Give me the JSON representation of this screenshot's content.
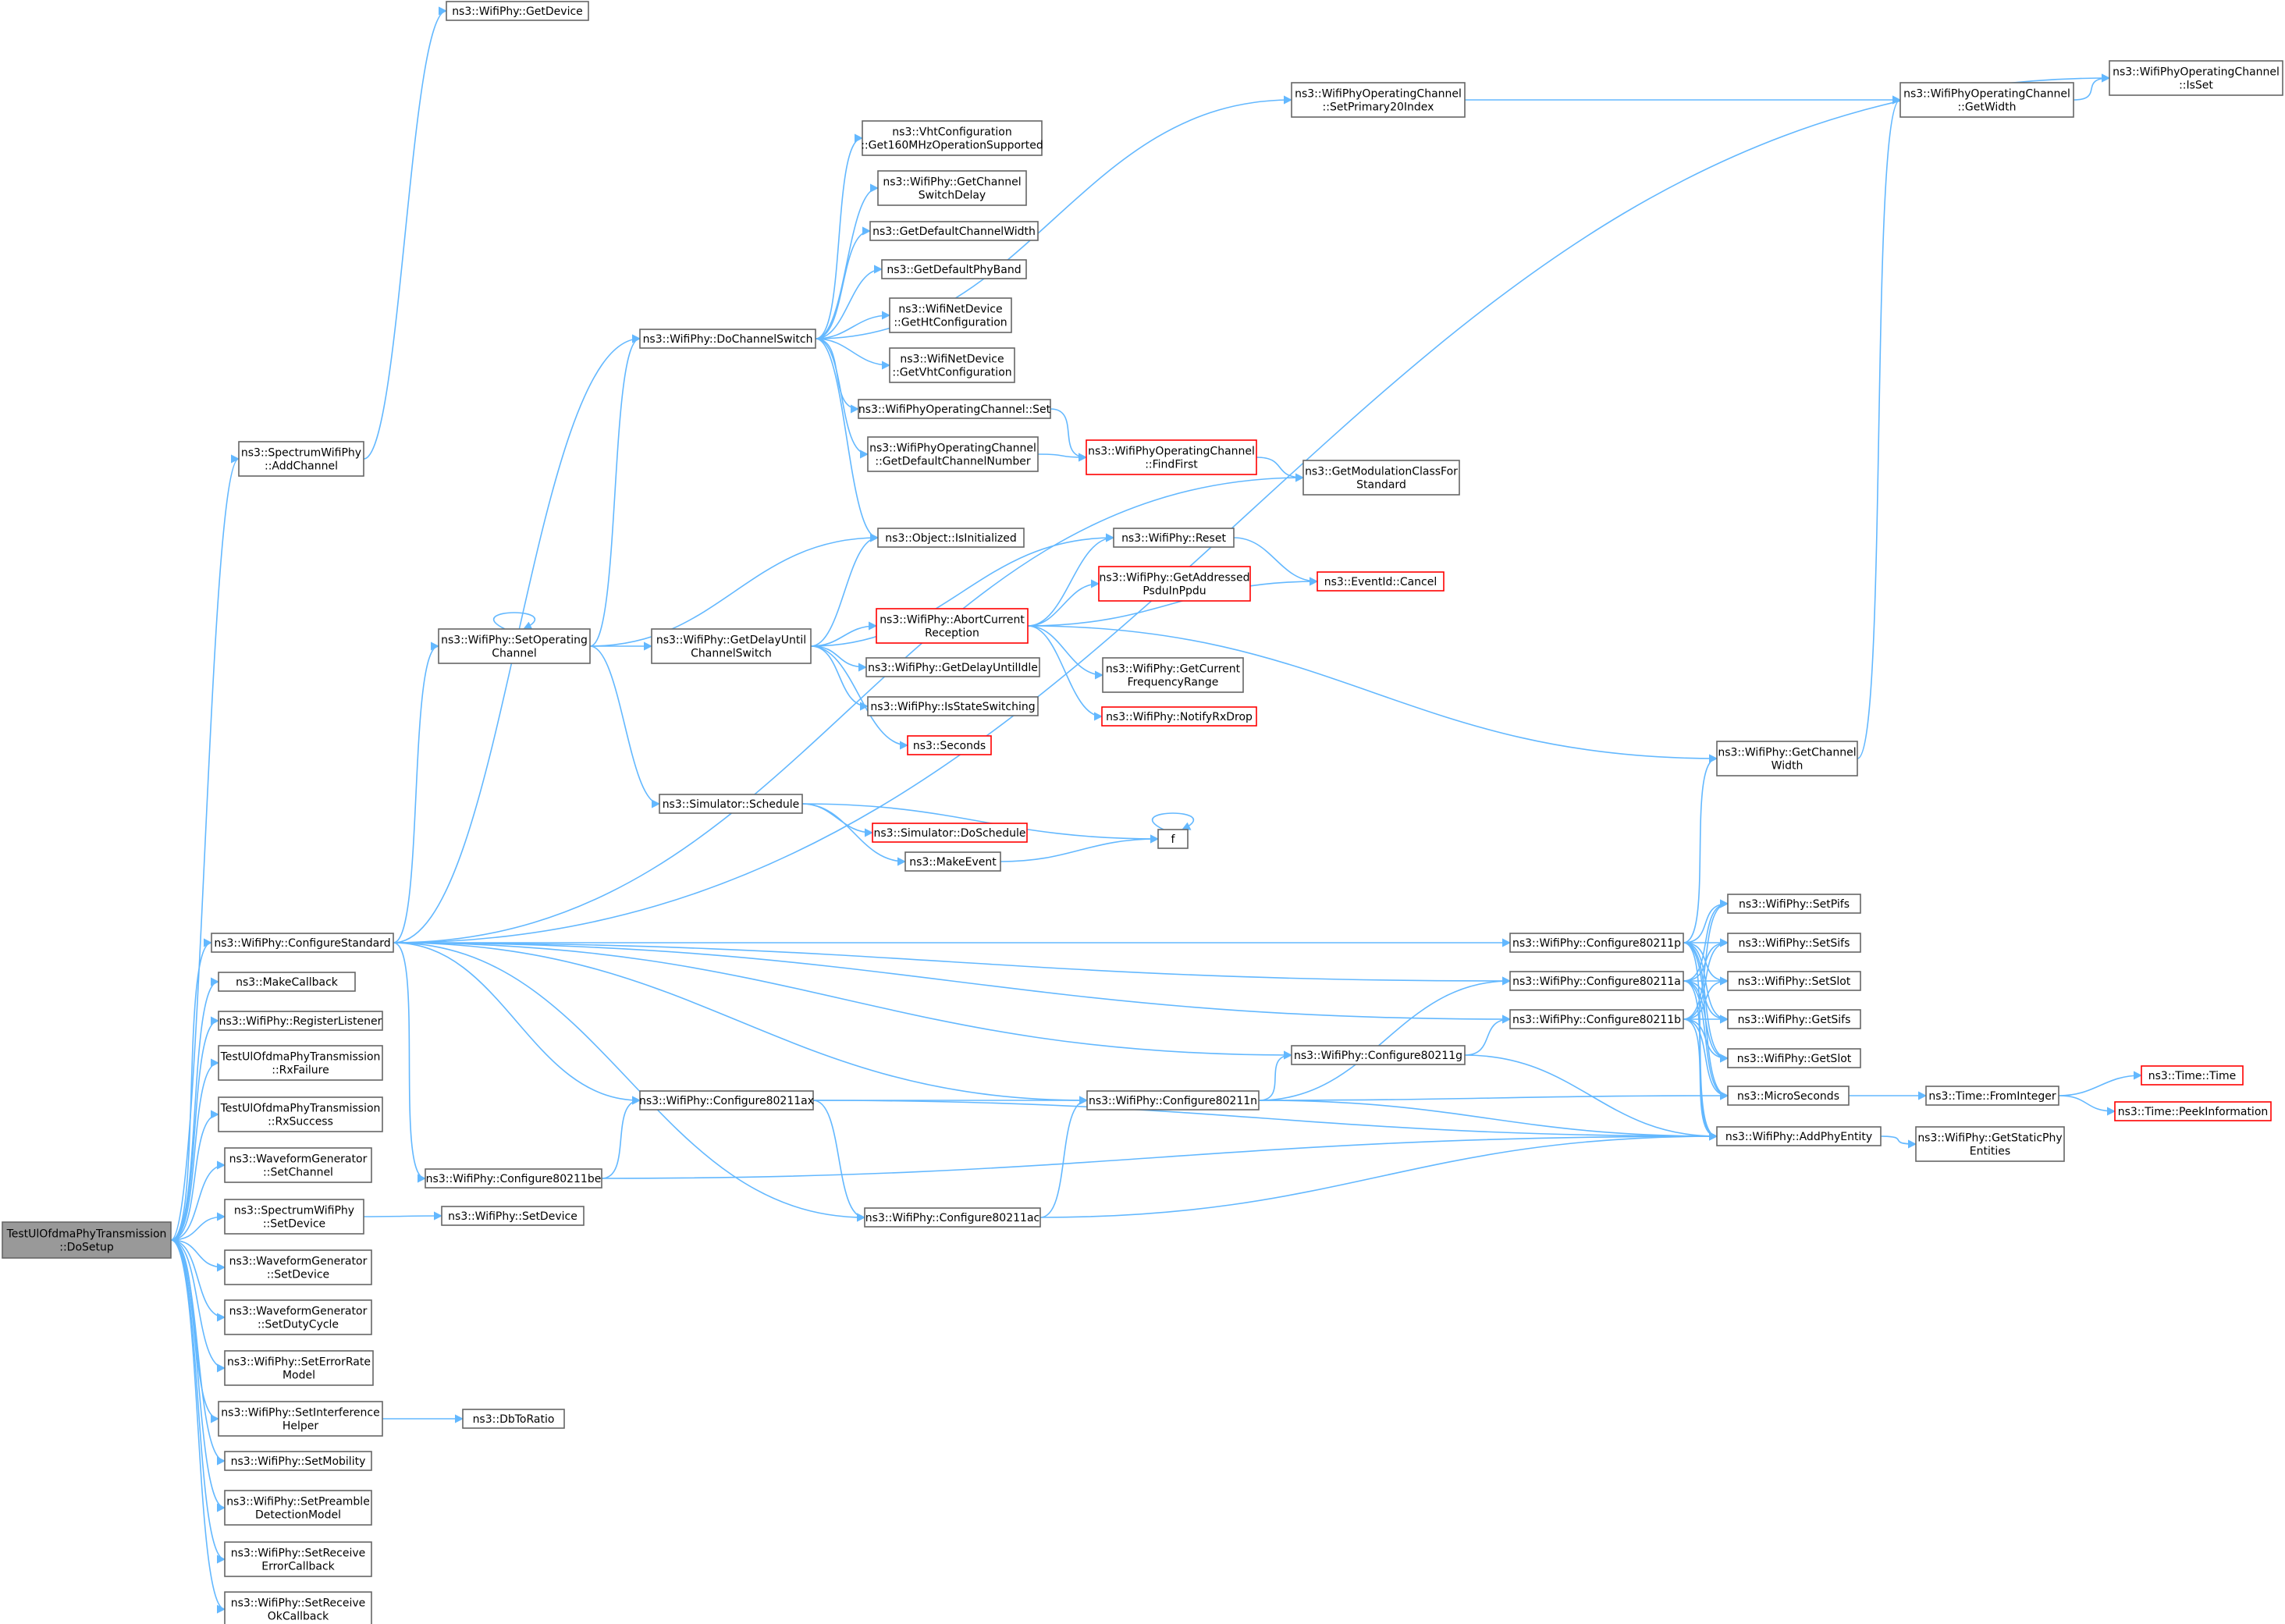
{
  "graph": {
    "nodes": [
      {
        "id": "root",
        "lines": [
          "TestUlOfdmaPhyTransmission",
          "::DoSetup"
        ],
        "style": "root"
      },
      {
        "id": "getdevice",
        "lines": [
          "ns3::WifiPhy::GetDevice"
        ]
      },
      {
        "id": "addchannel",
        "lines": [
          "ns3::SpectrumWifiPhy",
          "::AddChannel"
        ]
      },
      {
        "id": "configstd",
        "lines": [
          "ns3::WifiPhy::ConfigureStandard"
        ]
      },
      {
        "id": "makecallback",
        "lines": [
          "ns3::MakeCallback"
        ]
      },
      {
        "id": "reglistener",
        "lines": [
          "ns3::WifiPhy::RegisterListener"
        ]
      },
      {
        "id": "rxfailure",
        "lines": [
          "TestUlOfdmaPhyTransmission",
          "::RxFailure"
        ]
      },
      {
        "id": "rxsuccess",
        "lines": [
          "TestUlOfdmaPhyTransmission",
          "::RxSuccess"
        ]
      },
      {
        "id": "wg_setchannel",
        "lines": [
          "ns3::WaveformGenerator",
          "::SetChannel"
        ]
      },
      {
        "id": "swp_setdevice",
        "lines": [
          "ns3::SpectrumWifiPhy",
          "::SetDevice"
        ]
      },
      {
        "id": "wg_setdevice",
        "lines": [
          "ns3::WaveformGenerator",
          "::SetDevice"
        ]
      },
      {
        "id": "wg_setduty",
        "lines": [
          "ns3::WaveformGenerator",
          "::SetDutyCycle"
        ]
      },
      {
        "id": "seterrrate",
        "lines": [
          "ns3::WifiPhy::SetErrorRate",
          "Model"
        ]
      },
      {
        "id": "setinterf",
        "lines": [
          "ns3::WifiPhy::SetInterference",
          "Helper"
        ]
      },
      {
        "id": "setmobility",
        "lines": [
          "ns3::WifiPhy::SetMobility"
        ]
      },
      {
        "id": "setpreamble",
        "lines": [
          "ns3::WifiPhy::SetPreamble",
          "DetectionModel"
        ]
      },
      {
        "id": "setrecverr",
        "lines": [
          "ns3::WifiPhy::SetReceive",
          "ErrorCallback"
        ]
      },
      {
        "id": "setrecvok",
        "lines": [
          "ns3::WifiPhy::SetReceive",
          "OkCallback"
        ]
      },
      {
        "id": "dochswitch",
        "lines": [
          "ns3::WifiPhy::DoChannelSwitch"
        ]
      },
      {
        "id": "setopch",
        "lines": [
          "ns3::WifiPhy::SetOperating",
          "Channel"
        ]
      },
      {
        "id": "cfg80211ax",
        "lines": [
          "ns3::WifiPhy::Configure80211ax"
        ]
      },
      {
        "id": "cfg80211be",
        "lines": [
          "ns3::WifiPhy::Configure80211be"
        ]
      },
      {
        "id": "wp_setdevice",
        "lines": [
          "ns3::WifiPhy::SetDevice"
        ]
      },
      {
        "id": "dbtoratio",
        "lines": [
          "ns3::DbToRatio"
        ]
      },
      {
        "id": "vht160",
        "lines": [
          "ns3::VhtConfiguration",
          "::Get160MHzOperationSupported"
        ]
      },
      {
        "id": "getchswdelay",
        "lines": [
          "ns3::WifiPhy::GetChannel",
          "SwitchDelay"
        ]
      },
      {
        "id": "getdefchwidth",
        "lines": [
          "ns3::GetDefaultChannelWidth"
        ]
      },
      {
        "id": "getdefphyband",
        "lines": [
          "ns3::GetDefaultPhyBand"
        ]
      },
      {
        "id": "gethtconf",
        "lines": [
          "ns3::WifiNetDevice",
          "::GetHtConfiguration"
        ]
      },
      {
        "id": "getvhtconf",
        "lines": [
          "ns3::WifiNetDevice",
          "::GetVhtConfiguration"
        ]
      },
      {
        "id": "opch_set",
        "lines": [
          "ns3::WifiPhyOperatingChannel::Set"
        ]
      },
      {
        "id": "opch_getdefnum",
        "lines": [
          "ns3::WifiPhyOperatingChannel",
          "::GetDefaultChannelNumber"
        ]
      },
      {
        "id": "isinit",
        "lines": [
          "ns3::Object::IsInitialized"
        ]
      },
      {
        "id": "getdelayswitch",
        "lines": [
          "ns3::WifiPhy::GetDelayUntil",
          "ChannelSwitch"
        ]
      },
      {
        "id": "getdelayidle",
        "lines": [
          "ns3::WifiPhy::GetDelayUntilIdle"
        ]
      },
      {
        "id": "isstatesw",
        "lines": [
          "ns3::WifiPhy::IsStateSwitching"
        ]
      },
      {
        "id": "seconds",
        "lines": [
          "ns3::Seconds"
        ],
        "style": "red"
      },
      {
        "id": "schedule",
        "lines": [
          "ns3::Simulator::Schedule"
        ]
      },
      {
        "id": "doschedule",
        "lines": [
          "ns3::Simulator::DoSchedule"
        ],
        "style": "red"
      },
      {
        "id": "makeevent",
        "lines": [
          "ns3::MakeEvent"
        ]
      },
      {
        "id": "f",
        "lines": [
          "f"
        ]
      },
      {
        "id": "cfg80211ac",
        "lines": [
          "ns3::WifiPhy::Configure80211ac"
        ]
      },
      {
        "id": "cfg80211n",
        "lines": [
          "ns3::WifiPhy::Configure80211n"
        ]
      },
      {
        "id": "cfg80211g",
        "lines": [
          "ns3::WifiPhy::Configure80211g"
        ]
      },
      {
        "id": "abortrecv",
        "lines": [
          "ns3::WifiPhy::AbortCurrent",
          "Reception"
        ],
        "style": "red"
      },
      {
        "id": "reset",
        "lines": [
          "ns3::WifiPhy::Reset"
        ]
      },
      {
        "id": "getaddrpsdu",
        "lines": [
          "ns3::WifiPhy::GetAddressed",
          "PsduInPpdu"
        ],
        "style": "red"
      },
      {
        "id": "getcurfreq",
        "lines": [
          "ns3::WifiPhy::GetCurrent",
          "FrequencyRange"
        ]
      },
      {
        "id": "notifyrxdrop",
        "lines": [
          "ns3::WifiPhy::NotifyRxDrop"
        ],
        "style": "red"
      },
      {
        "id": "findfirst",
        "lines": [
          "ns3::WifiPhyOperatingChannel",
          "::FindFirst"
        ],
        "style": "red"
      },
      {
        "id": "setprim20",
        "lines": [
          "ns3::WifiPhyOperatingChannel",
          "::SetPrimary20Index"
        ]
      },
      {
        "id": "getmodclass",
        "lines": [
          "ns3::GetModulationClassFor",
          "Standard"
        ]
      },
      {
        "id": "cancel",
        "lines": [
          "ns3::EventId::Cancel"
        ],
        "style": "red"
      },
      {
        "id": "cfg80211p",
        "lines": [
          "ns3::WifiPhy::Configure80211p"
        ]
      },
      {
        "id": "cfg80211a",
        "lines": [
          "ns3::WifiPhy::Configure80211a"
        ]
      },
      {
        "id": "cfg80211b",
        "lines": [
          "ns3::WifiPhy::Configure80211b"
        ]
      },
      {
        "id": "getchwidth",
        "lines": [
          "ns3::WifiPhy::GetChannel",
          "Width"
        ]
      },
      {
        "id": "opch_getwidth",
        "lines": [
          "ns3::WifiPhyOperatingChannel",
          "::GetWidth"
        ]
      },
      {
        "id": "opch_isset",
        "lines": [
          "ns3::WifiPhyOperatingChannel",
          "::IsSet"
        ]
      },
      {
        "id": "setpifs",
        "lines": [
          "ns3::WifiPhy::SetPifs"
        ]
      },
      {
        "id": "setsifs",
        "lines": [
          "ns3::WifiPhy::SetSifs"
        ]
      },
      {
        "id": "setslot",
        "lines": [
          "ns3::WifiPhy::SetSlot"
        ]
      },
      {
        "id": "getsifs",
        "lines": [
          "ns3::WifiPhy::GetSifs"
        ]
      },
      {
        "id": "getslot",
        "lines": [
          "ns3::WifiPhy::GetSlot"
        ]
      },
      {
        "id": "microsec",
        "lines": [
          "ns3::MicroSeconds"
        ]
      },
      {
        "id": "addphyentity",
        "lines": [
          "ns3::WifiPhy::AddPhyEntity"
        ]
      },
      {
        "id": "frominteger",
        "lines": [
          "ns3::Time::FromInteger"
        ]
      },
      {
        "id": "getstaticphy",
        "lines": [
          "ns3::WifiPhy::GetStaticPhy",
          "Entities"
        ]
      },
      {
        "id": "time",
        "lines": [
          "ns3::Time::Time"
        ],
        "style": "red"
      },
      {
        "id": "peekinfo",
        "lines": [
          "ns3::Time::PeekInformation"
        ],
        "style": "red"
      }
    ],
    "edges": [
      [
        "root",
        "addchannel"
      ],
      [
        "root",
        "configstd"
      ],
      [
        "root",
        "makecallback"
      ],
      [
        "root",
        "reglistener"
      ],
      [
        "root",
        "rxfailure"
      ],
      [
        "root",
        "rxsuccess"
      ],
      [
        "root",
        "wg_setchannel"
      ],
      [
        "root",
        "swp_setdevice"
      ],
      [
        "root",
        "wg_setdevice"
      ],
      [
        "root",
        "wg_setduty"
      ],
      [
        "root",
        "seterrrate"
      ],
      [
        "root",
        "setinterf"
      ],
      [
        "root",
        "setmobility"
      ],
      [
        "root",
        "setpreamble"
      ],
      [
        "root",
        "setrecverr"
      ],
      [
        "root",
        "setrecvok"
      ],
      [
        "addchannel",
        "getdevice"
      ],
      [
        "configstd",
        "opch_isset"
      ],
      [
        "configstd",
        "dochswitch"
      ],
      [
        "configstd",
        "getmodclass"
      ],
      [
        "configstd",
        "setopch"
      ],
      [
        "configstd",
        "cfg80211p"
      ],
      [
        "configstd",
        "cfg80211a"
      ],
      [
        "configstd",
        "cfg80211b"
      ],
      [
        "configstd",
        "cfg80211g"
      ],
      [
        "configstd",
        "cfg80211n"
      ],
      [
        "configstd",
        "cfg80211ax"
      ],
      [
        "configstd",
        "cfg80211be"
      ],
      [
        "configstd",
        "cfg80211ac"
      ],
      [
        "swp_setdevice",
        "wp_setdevice"
      ],
      [
        "setinterf",
        "dbtoratio"
      ],
      [
        "dochswitch",
        "setprim20"
      ],
      [
        "dochswitch",
        "vht160"
      ],
      [
        "dochswitch",
        "getchswdelay"
      ],
      [
        "dochswitch",
        "getdefchwidth"
      ],
      [
        "dochswitch",
        "getdefphyband"
      ],
      [
        "dochswitch",
        "gethtconf"
      ],
      [
        "dochswitch",
        "getvhtconf"
      ],
      [
        "dochswitch",
        "opch_set"
      ],
      [
        "dochswitch",
        "opch_getdefnum"
      ],
      [
        "dochswitch",
        "isinit"
      ],
      [
        "setopch",
        "setopch"
      ],
      [
        "setopch",
        "dochswitch"
      ],
      [
        "setopch",
        "isinit"
      ],
      [
        "setopch",
        "getdelayswitch"
      ],
      [
        "setopch",
        "schedule"
      ],
      [
        "getdelayswitch",
        "isinit"
      ],
      [
        "getdelayswitch",
        "reset"
      ],
      [
        "getdelayswitch",
        "abortrecv"
      ],
      [
        "getdelayswitch",
        "getdelayidle"
      ],
      [
        "getdelayswitch",
        "isstatesw"
      ],
      [
        "getdelayswitch",
        "seconds"
      ],
      [
        "abortrecv",
        "reset"
      ],
      [
        "abortrecv",
        "getaddrpsdu"
      ],
      [
        "abortrecv",
        "cancel"
      ],
      [
        "abortrecv",
        "getcurfreq"
      ],
      [
        "abortrecv",
        "notifyrxdrop"
      ],
      [
        "abortrecv",
        "getchwidth"
      ],
      [
        "reset",
        "cancel"
      ],
      [
        "opch_set",
        "findfirst"
      ],
      [
        "opch_getdefnum",
        "findfirst"
      ],
      [
        "findfirst",
        "getmodclass"
      ],
      [
        "schedule",
        "doschedule"
      ],
      [
        "schedule",
        "makeevent"
      ],
      [
        "schedule",
        "f"
      ],
      [
        "makeevent",
        "f"
      ],
      [
        "f",
        "f"
      ],
      [
        "setprim20",
        "opch_getwidth"
      ],
      [
        "opch_getwidth",
        "opch_isset"
      ],
      [
        "getchwidth",
        "opch_getwidth"
      ],
      [
        "cfg80211ax",
        "cfg80211n"
      ],
      [
        "cfg80211ax",
        "cfg80211ac"
      ],
      [
        "cfg80211ax",
        "addphyentity"
      ],
      [
        "cfg80211be",
        "cfg80211ax"
      ],
      [
        "cfg80211be",
        "addphyentity"
      ],
      [
        "cfg80211ac",
        "cfg80211n"
      ],
      [
        "cfg80211ac",
        "addphyentity"
      ],
      [
        "cfg80211n",
        "cfg80211a"
      ],
      [
        "cfg80211n",
        "cfg80211g"
      ],
      [
        "cfg80211n",
        "microsec"
      ],
      [
        "cfg80211n",
        "addphyentity"
      ],
      [
        "cfg80211g",
        "cfg80211b"
      ],
      [
        "cfg80211g",
        "addphyentity"
      ],
      [
        "cfg80211p",
        "getchwidth"
      ],
      [
        "cfg80211p",
        "setpifs"
      ],
      [
        "cfg80211p",
        "setsifs"
      ],
      [
        "cfg80211p",
        "setslot"
      ],
      [
        "cfg80211p",
        "getsifs"
      ],
      [
        "cfg80211p",
        "getslot"
      ],
      [
        "cfg80211p",
        "microsec"
      ],
      [
        "cfg80211p",
        "addphyentity"
      ],
      [
        "cfg80211a",
        "setpifs"
      ],
      [
        "cfg80211a",
        "setsifs"
      ],
      [
        "cfg80211a",
        "setslot"
      ],
      [
        "cfg80211a",
        "getsifs"
      ],
      [
        "cfg80211a",
        "getslot"
      ],
      [
        "cfg80211a",
        "microsec"
      ],
      [
        "cfg80211a",
        "addphyentity"
      ],
      [
        "cfg80211b",
        "setpifs"
      ],
      [
        "cfg80211b",
        "setsifs"
      ],
      [
        "cfg80211b",
        "setslot"
      ],
      [
        "cfg80211b",
        "getsifs"
      ],
      [
        "cfg80211b",
        "getslot"
      ],
      [
        "cfg80211b",
        "microsec"
      ],
      [
        "cfg80211b",
        "addphyentity"
      ],
      [
        "microsec",
        "frominteger"
      ],
      [
        "frominteger",
        "time"
      ],
      [
        "frominteger",
        "peekinfo"
      ],
      [
        "addphyentity",
        "getstaticphy"
      ]
    ]
  },
  "colors": {
    "edge": "#63b8ff",
    "node_border": "#666666",
    "highlight_border": "#ff0000",
    "root_fill": "#999999"
  }
}
